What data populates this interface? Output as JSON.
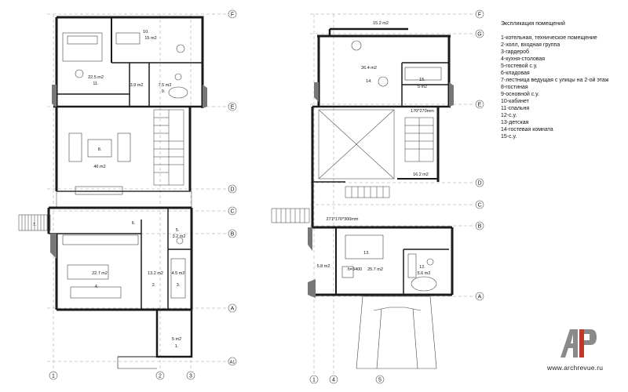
{
  "legend": {
    "title": "Экспликация помещений",
    "items": [
      "1-котельная, техническое помещение",
      "2-холл, входная группа",
      "3-гардероб",
      "4-кухня-столовая",
      "5-гостевой с.у.",
      "6-кладовая",
      "7-лестница ведущая с улицы на 2-ой этаж",
      "8-гостиная",
      "9-основной с.у.",
      "10-кабинет",
      "11-спальня",
      "12-с.у.",
      "13-детская",
      "14-гостевая комната",
      "15-с.у."
    ]
  },
  "axes": {
    "f": "F",
    "g": "G",
    "e": "E",
    "d": "D",
    "c": "C",
    "b": "B",
    "a": "A",
    "a1": "A1",
    "n1": "1",
    "n2": "2",
    "n3": "3",
    "n4": "4",
    "n5": "5"
  },
  "rooms_left": {
    "r10_area": "15 m2",
    "r10_num": "10.",
    "r11_area": "22.5 m2",
    "r11_num": "11.",
    "r_39": "3.9 m2",
    "r9_area": "7.5 m2",
    "r9_num": "9.",
    "r8_num": "8.",
    "r8_area": "46 m2",
    "r7_num": "7.",
    "r6_num": "6.",
    "r5_num": "5.",
    "r5_area": "3.2 m2",
    "r4_area": "22.7 m2",
    "r4_num": "4.",
    "r2_area": "13.2 m2",
    "r2_num": "2.",
    "r3_area": "4.5 m2",
    "r3_num": "3.",
    "r1_area": "5 m2",
    "r1_num": "1."
  },
  "rooms_right": {
    "top_area": "15.2 m2",
    "r14_area": "26.4 m2",
    "r14_num": "14.",
    "r15_num": "15.",
    "r15_area": "5 m2",
    "opening": "170*270mm",
    "stair_area": "16.2 m2",
    "window": "271*170*300mm",
    "r13_num": "13.",
    "left_area": "5.8 m2",
    "height": "h=3400",
    "r13_area": "25.7 m2",
    "r12_num": "12.",
    "r12_area": "5.6 m2"
  },
  "watermark": {
    "logo": "AP",
    "url": "www.archrevue.ru",
    "colors": {
      "logo": "#8a8a8a",
      "accent": "#c0392b"
    }
  }
}
